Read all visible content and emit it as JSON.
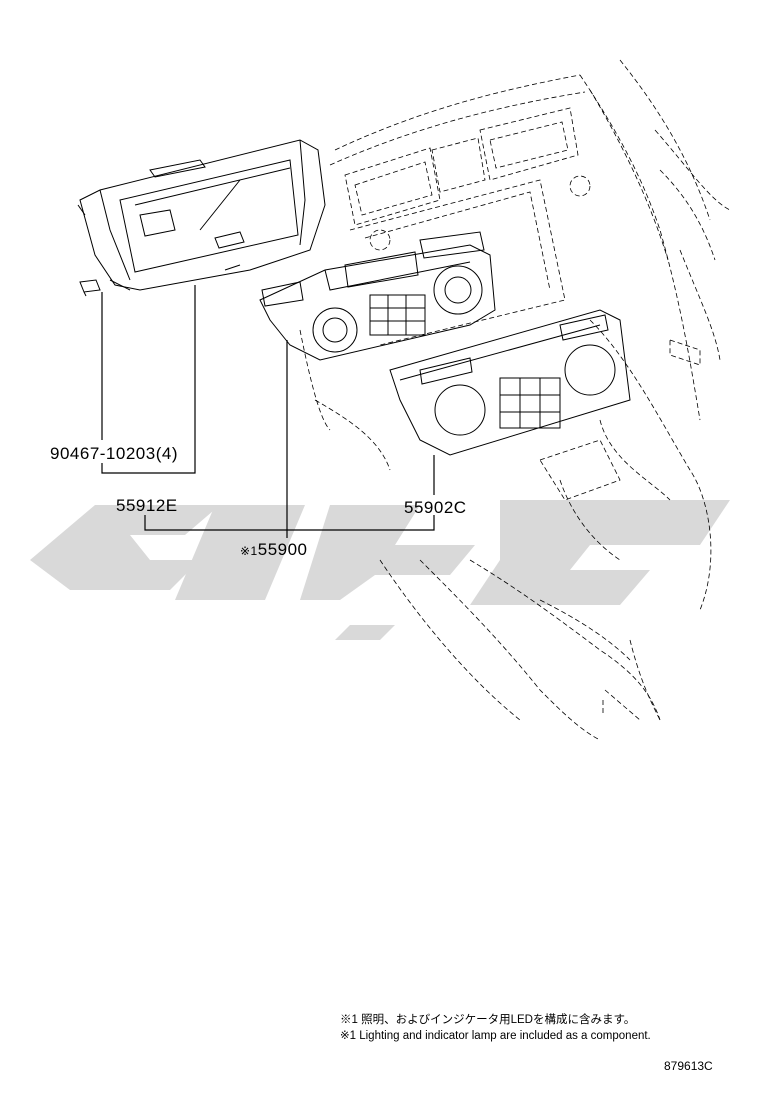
{
  "callouts": {
    "screw": "90467-10203(4)",
    "cover": "55912E",
    "panel_prefix": "※1",
    "panel": "55900",
    "control": "55902C"
  },
  "notes": {
    "jp": "※1 照明、およびインジケータ用LEDを構成に含みます。",
    "en": "※1 Lighting and indicator lamp are included as a component."
  },
  "figure_code": "879613C",
  "colors": {
    "line": "#000000",
    "watermark": "#d9d9d9",
    "background": "#ffffff"
  }
}
